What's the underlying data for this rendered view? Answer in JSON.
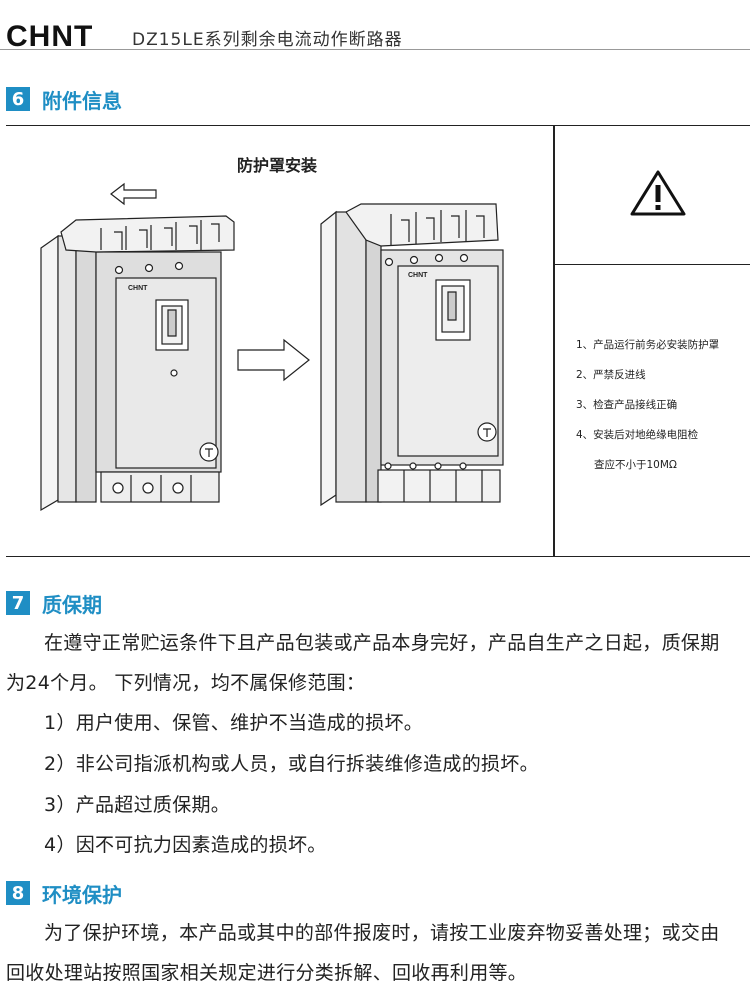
{
  "header": {
    "logo": "CHNT",
    "title": "DZ15LE系列剩余电流动作断路器"
  },
  "section6": {
    "num": "6",
    "title": "附件信息",
    "figure_title": "防护罩安装",
    "notes": [
      "1、产品运行前务必安装防护罩",
      "2、严禁反进线",
      "3、检查产品接线正确",
      "4、安装后对地绝缘电阻检",
      "查应不小于10MΩ"
    ]
  },
  "section7": {
    "num": "7",
    "title": "质保期",
    "para_line1": "在遵守正常贮运条件下且产品包装或产品本身完好，产品自生产之日起，质保期",
    "para_line2": "为24个月。 下列情况，均不属保修范围：",
    "items": [
      "1）用户使用、保管、维护不当造成的损坏。",
      "2）非公司指派机构或人员，或自行拆装维修造成的损坏。",
      "3）产品超过质保期。",
      "4）因不可抗力因素造成的损坏。"
    ]
  },
  "section8": {
    "num": "8",
    "title": "环境保护",
    "para_line1": "为了保护环境，本产品或其中的部件报废时，请按工业废弃物妥善处理；或交由",
    "para_line2": "回收处理站按照国家相关规定进行分类拆解、回收再利用等。"
  }
}
